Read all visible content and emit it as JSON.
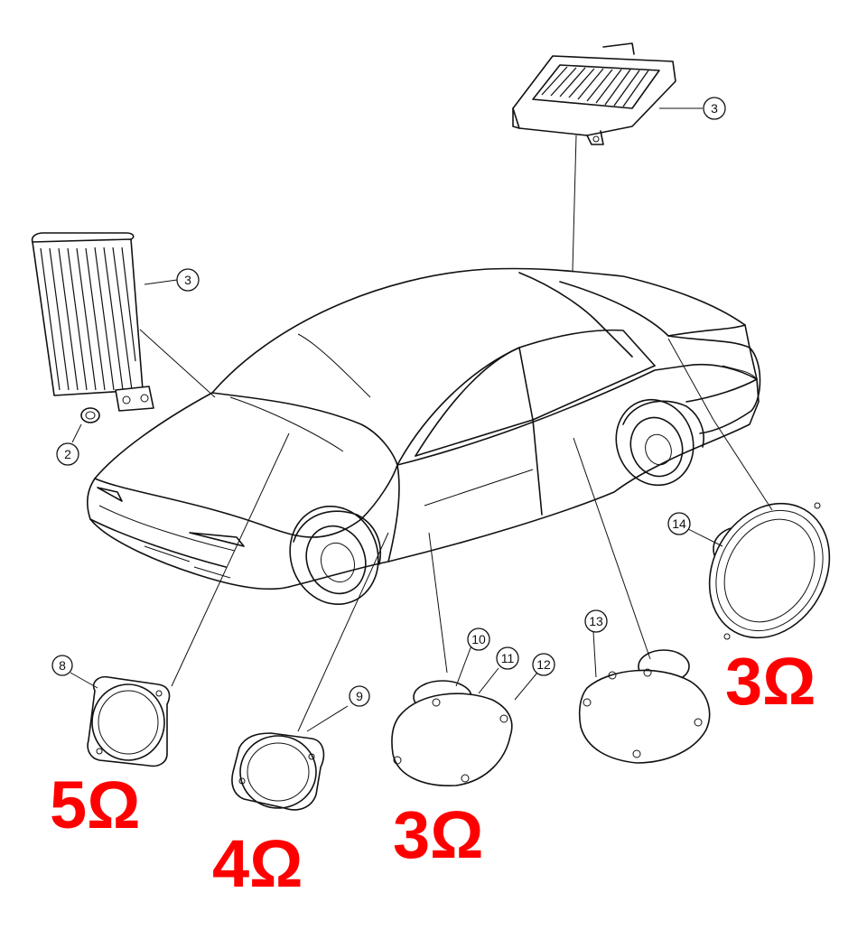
{
  "callouts": {
    "c3_top": "3",
    "c3_left": "3",
    "c2": "2",
    "c8": "8",
    "c9": "9",
    "c10": "10",
    "c11": "11",
    "c12": "12",
    "c13": "13",
    "c14": "14"
  },
  "impedance": {
    "front_dash": "5Ω",
    "front_door": "4Ω",
    "rear_door": "3Ω",
    "rear_shelf": "3Ω"
  },
  "colors": {
    "impedance_text": "#ff0000",
    "line_art": "#111111"
  }
}
